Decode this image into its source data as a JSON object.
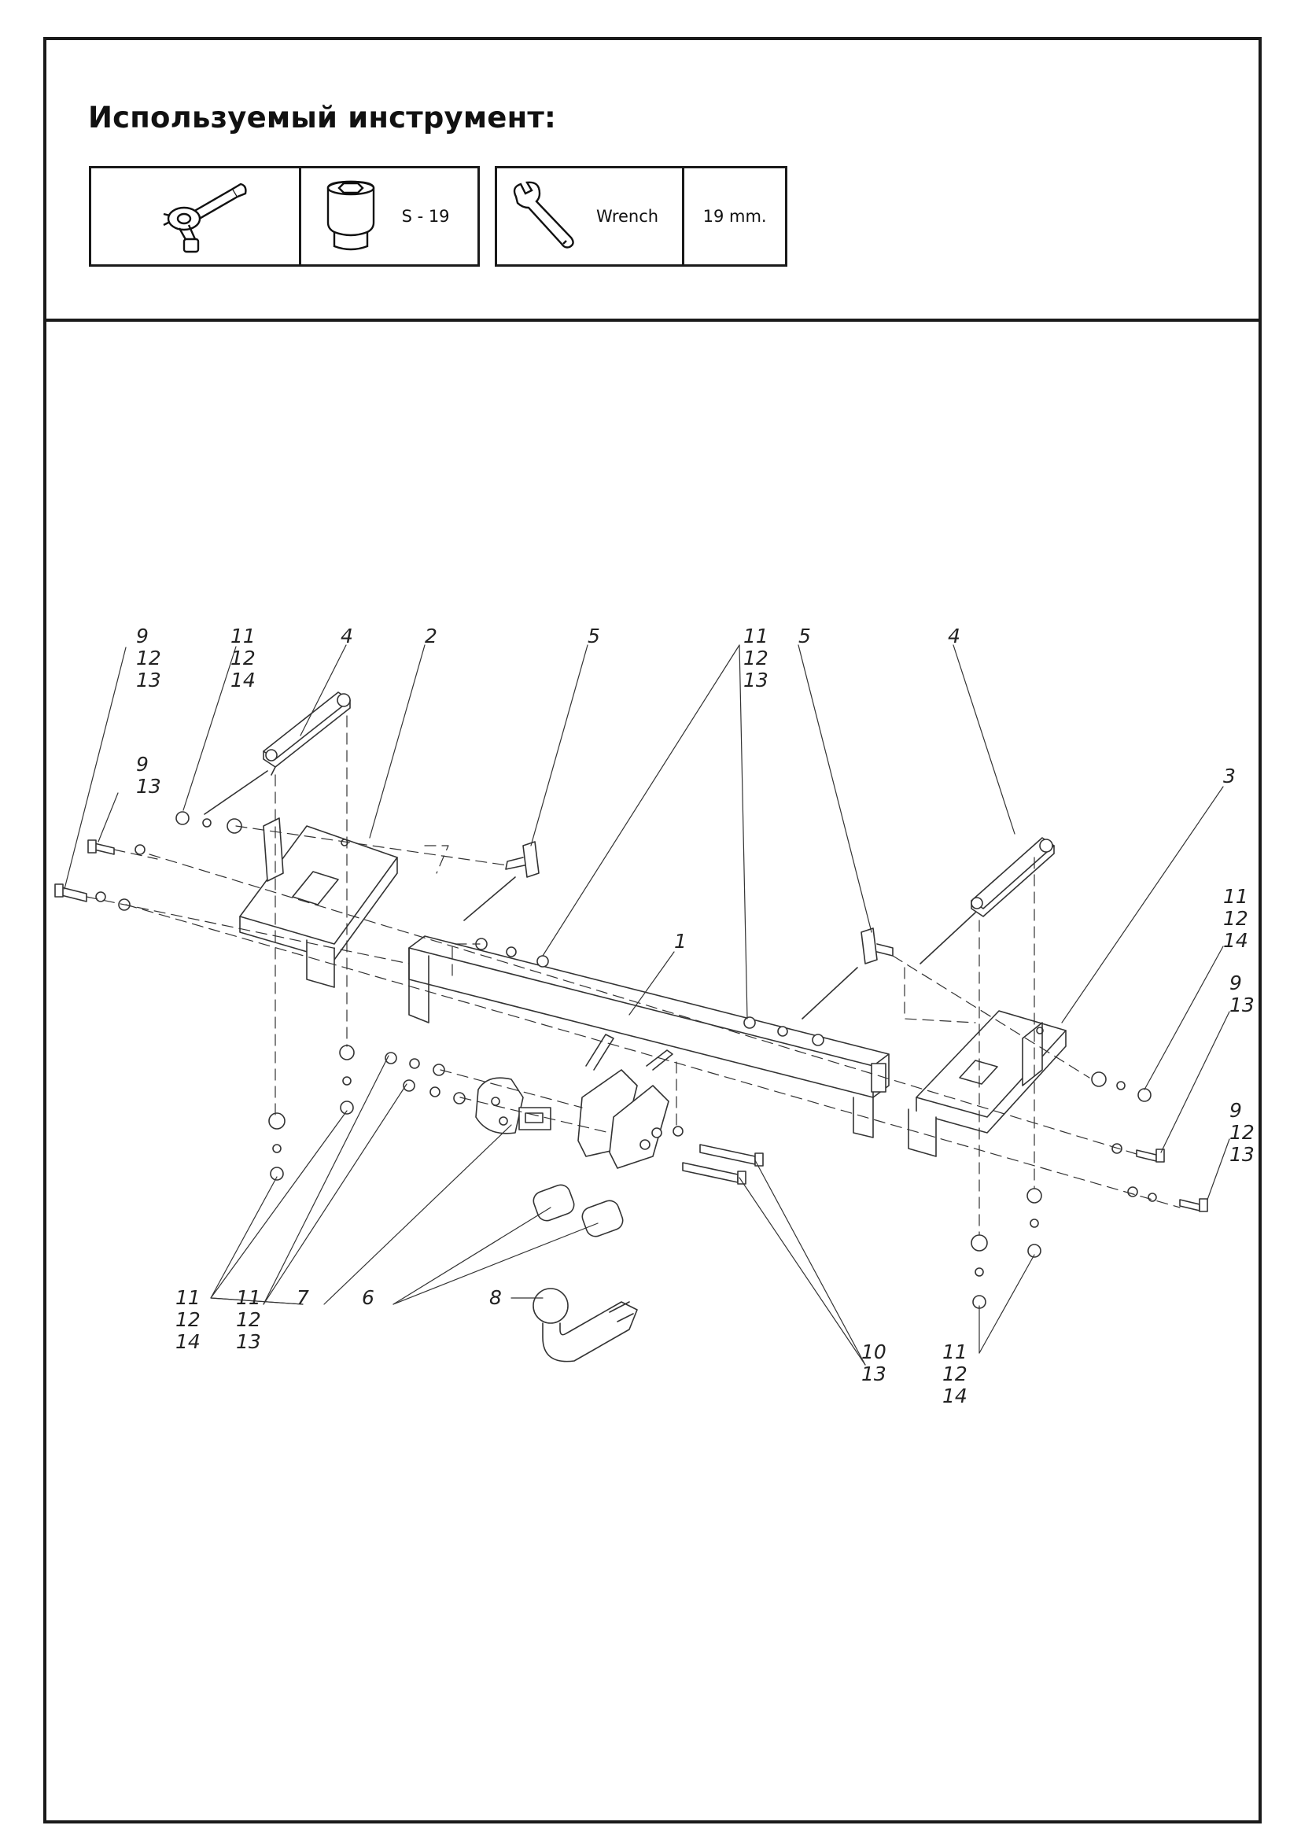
{
  "header": {
    "title": "Используемый инструмент:"
  },
  "tools": {
    "ratchet_icon": "ratchet-icon",
    "socket_icon": "socket-icon",
    "socket_label": "S - 19",
    "wrench_icon": "wrench-icon",
    "wrench_label": "Wrench",
    "wrench_size": "19 mm."
  },
  "diagram": {
    "callouts": {
      "c1": "1",
      "c2": "2",
      "c3": "3",
      "c4a": "4",
      "c4b": "4",
      "c5a": "5",
      "c5b": "5",
      "c6": "6",
      "c7": "7",
      "c8": "8",
      "g_a": [
        "9",
        "12",
        "13"
      ],
      "g_b": [
        "11",
        "12",
        "14"
      ],
      "g_c": [
        "9",
        "13"
      ],
      "g_d": [
        "11",
        "12",
        "13"
      ],
      "g_e": [
        "11",
        "12",
        "14"
      ],
      "g_f": [
        "9",
        "13"
      ],
      "g_g": [
        "9",
        "12",
        "13"
      ],
      "g_h": [
        "11",
        "12",
        "14"
      ],
      "g_i": [
        "11",
        "12",
        "13"
      ],
      "g_j": [
        "10",
        "13"
      ],
      "g_k": [
        "11",
        "12",
        "14"
      ]
    }
  }
}
